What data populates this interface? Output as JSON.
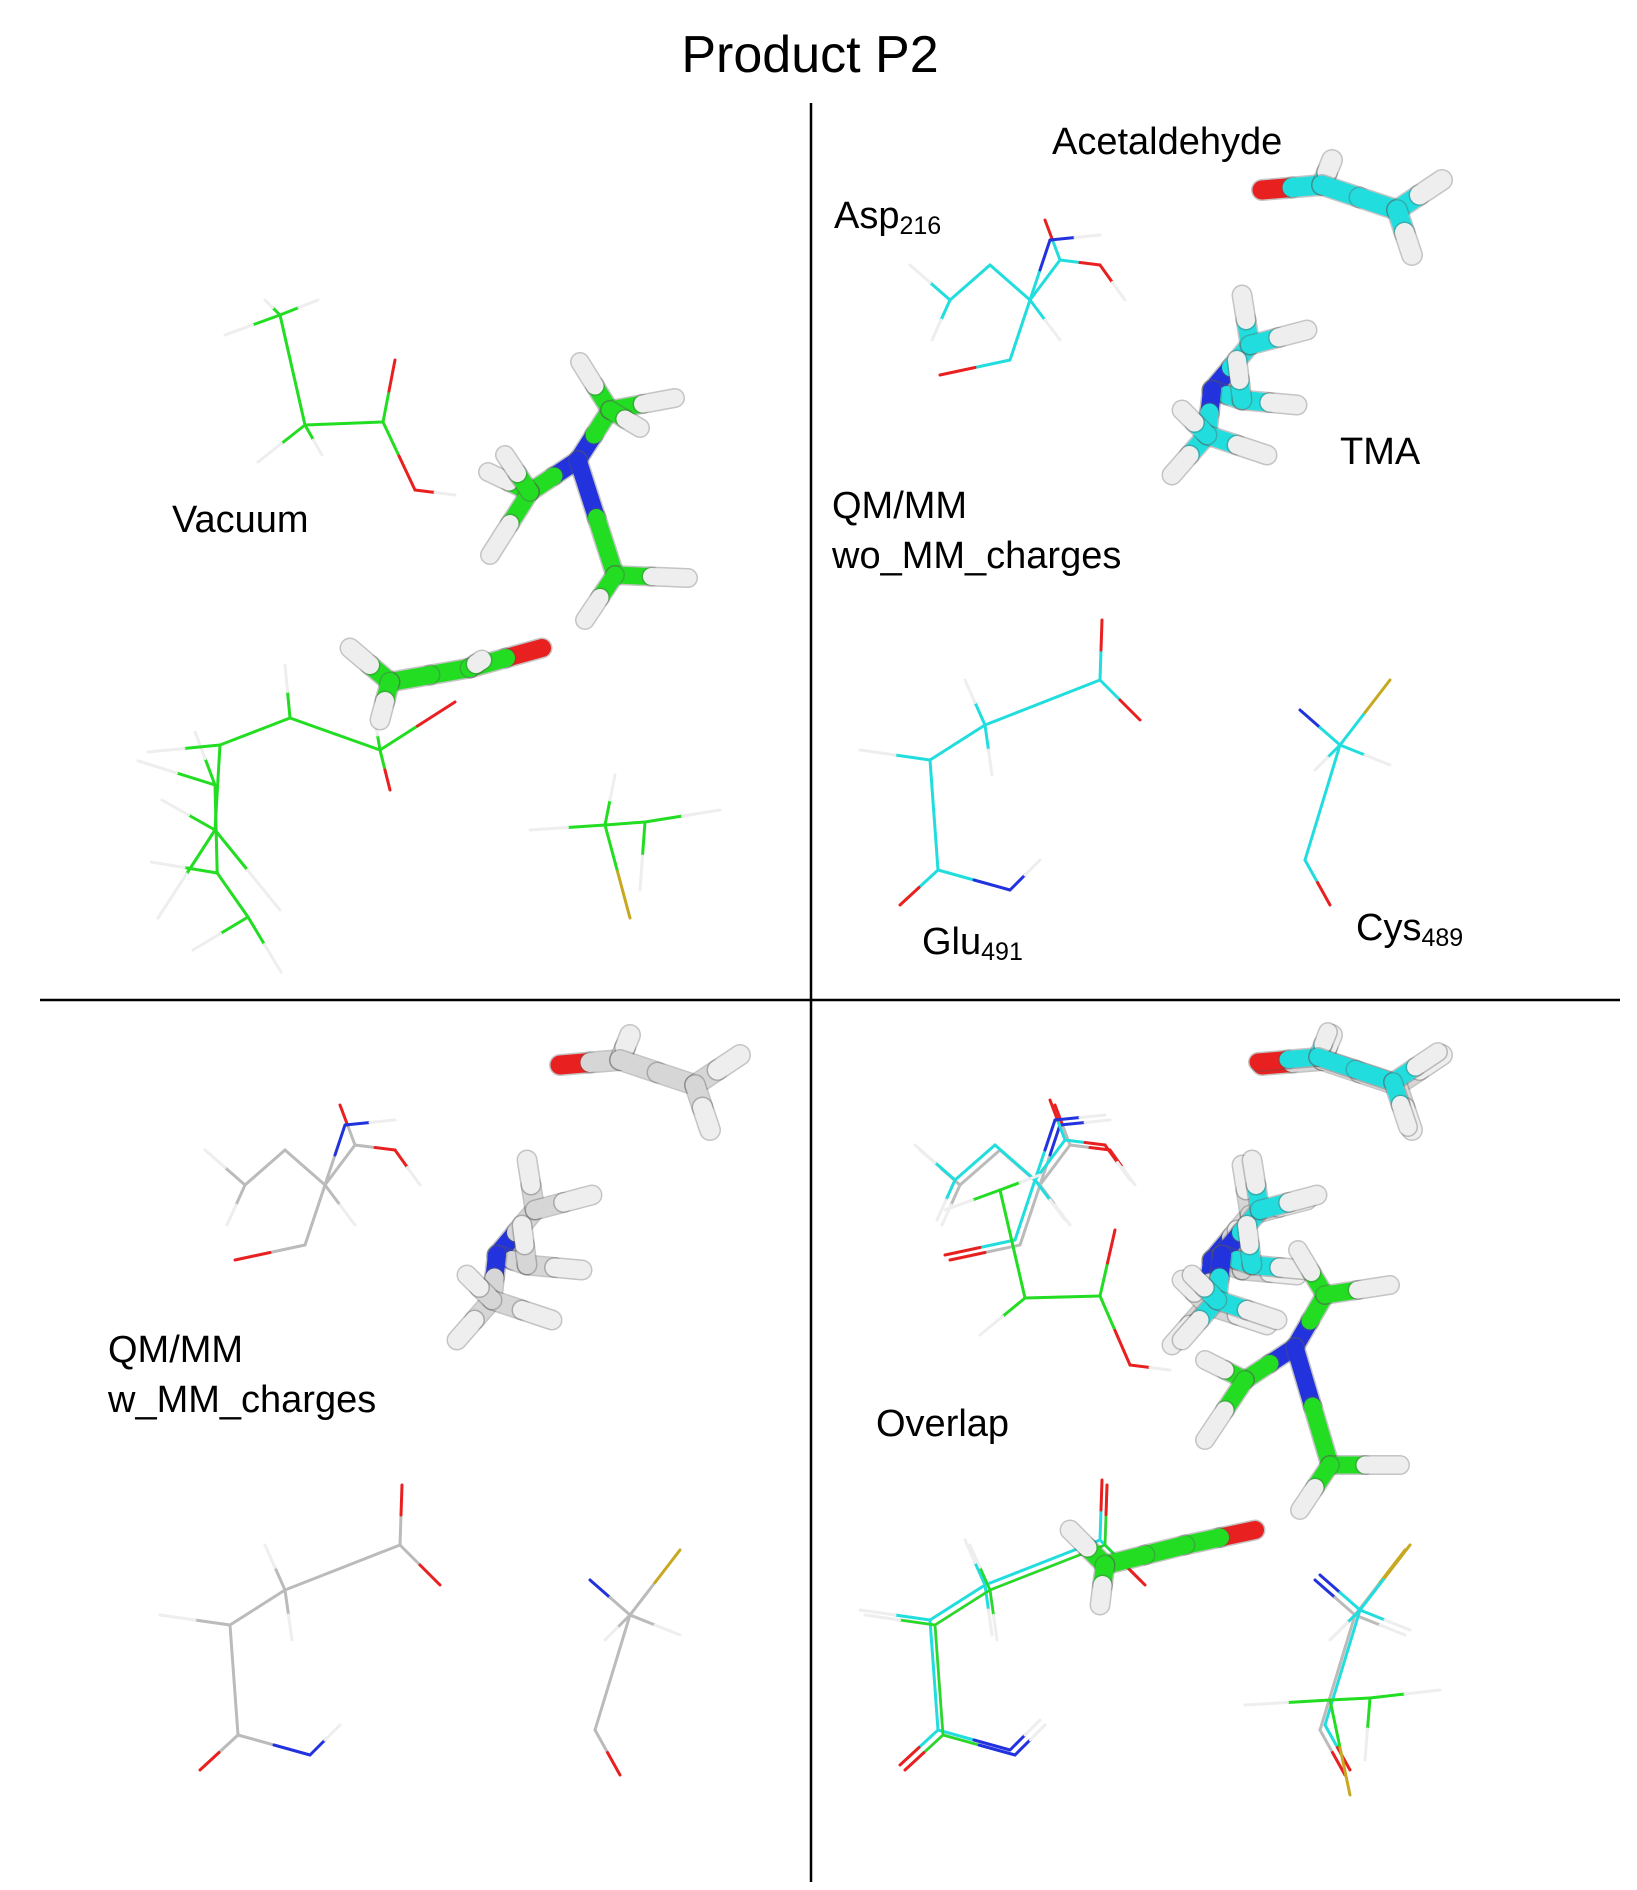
{
  "title": "Product P2",
  "colors": {
    "vacuum": "#22dd22",
    "qmmm_wo": "#22dddd",
    "qmmm_w": "#d6d6d6",
    "nitrogen": "#2233dd",
    "oxygen": "#e82020",
    "sulfur": "#c8a820",
    "hydrogen": "#eeeeee"
  },
  "panels": {
    "top_left": {
      "method": "Vacuum"
    },
    "top_right": {
      "acetaldehyde": "Acetaldehyde",
      "asp": {
        "name": "Asp",
        "sub": "216"
      },
      "tma": "TMA",
      "method_line1": "QM/MM",
      "method_line2": "wo_MM_charges",
      "glu": {
        "name": "Glu",
        "sub": "491"
      },
      "cys": {
        "name": "Cys",
        "sub": "489"
      }
    },
    "bottom_left": {
      "method_line1": "QM/MM",
      "method_line2": "w_MM_charges"
    },
    "bottom_right": {
      "method": "Overlap"
    }
  }
}
